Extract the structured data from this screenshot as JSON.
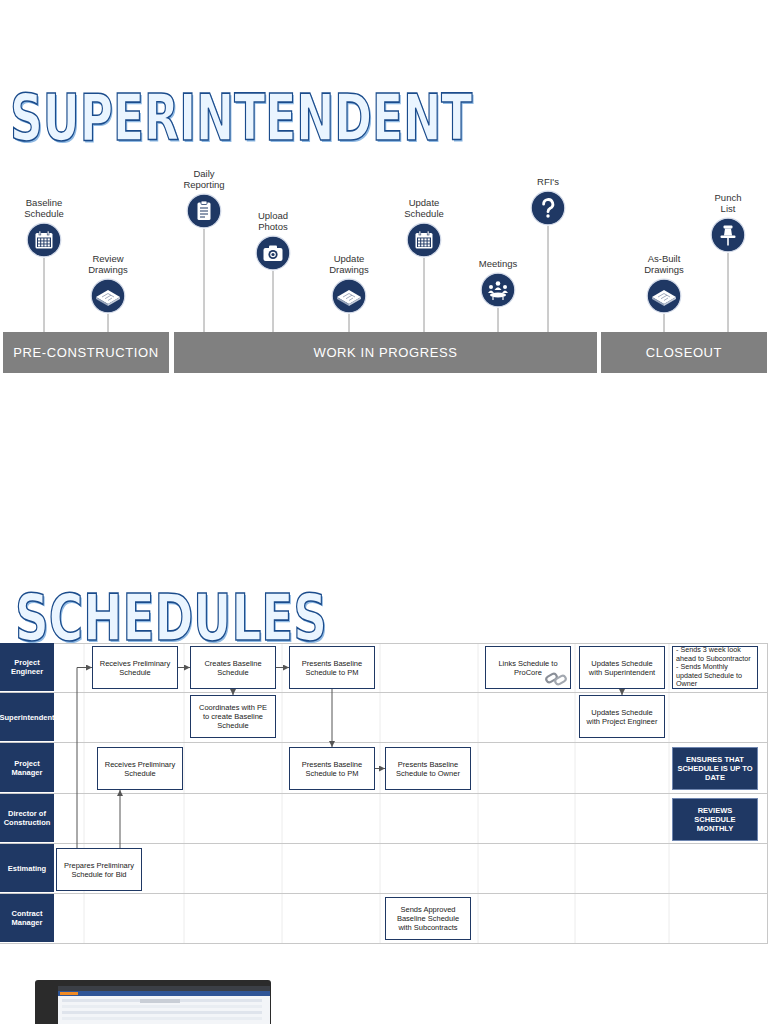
{
  "diagram": {
    "title": "SUPERINTENDENT",
    "nodes": [
      {
        "text": [
          "Baseline Schedule"
        ]
      },
      {
        "text": [
          "Review Drawings"
        ]
      },
      {
        "text": [
          "Daily Reporting"
        ]
      },
      {
        "text": [
          "Upload Photos"
        ]
      },
      {
        "text": [
          "Update Drawings"
        ]
      },
      {
        "text": [
          "Update Schedule"
        ]
      },
      {
        "text": [
          "Meetings"
        ]
      },
      {
        "text": [
          "RFI's"
        ]
      },
      {
        "text": [
          "As-Built Drawings"
        ]
      },
      {
        "text": [
          "Punch List"
        ]
      },
      {
        "text": [
          "PRE-CONSTRUCTION"
        ]
      },
      {
        "text": [
          "WORK IN PROGRESS"
        ]
      },
      {
        "text": [
          "CLOSEOUT"
        ]
      },
      {
        "text": [
          "Project Engineer"
        ]
      },
      {
        "text": [
          "Receives Preliminary Schedule"
        ],
        "in": 13
      },
      {
        "text": [
          "Creates Baseline Schedule"
        ],
        "in": 13
      },
      {
        "text": [
          "Presents Baseline Schedule to PM"
        ],
        "in": 13
      },
      {
        "text": [
          "Links Schedule to ProCore"
        ],
        "in": 13
      },
      {
        "text": [
          "Updates Schedule with Superintendent"
        ],
        "in": 13
      },
      {
        "text": [
          "- Sends 3 week look ahead to Subcontractor",
          "- Sends Monthly updated Schedule to Owner"
        ],
        "in": 13
      },
      {
        "text": [
          "Superintendent"
        ]
      },
      {
        "text": [
          "Coordinates with PE to create Baseline Schedule"
        ],
        "in": 20
      },
      {
        "text": [
          "Updates Schedule with Project Engineer"
        ],
        "in": 20
      },
      {
        "text": [
          "Project Manager"
        ]
      },
      {
        "text": [
          "Receives Preliminary Schedule"
        ],
        "in": 23
      },
      {
        "text": [
          "Presents Baseline Schedule to PM"
        ],
        "in": 23
      },
      {
        "text": [
          "Presents Baseline Schedule to Owner"
        ],
        "in": 23
      },
      {
        "text": [
          "ENSURES THAT SCHEDULE IS UP TO DATE"
        ],
        "in": 23
      },
      {
        "text": [
          "Director of Construction"
        ]
      },
      {
        "text": [
          "REVIEWS SCHEDULE MONTHLY"
        ],
        "in": 28
      },
      {
        "text": [
          "Estimating"
        ]
      },
      {
        "text": [
          "Prepares Preliminary Schedule for Bid"
        ],
        "in": 30
      },
      {
        "text": [
          "Contract Manager"
        ]
      },
      {
        "text": [
          "Sends Approved Baseline Schedule with Subcontracts"
        ],
        "in": 32
      }
    ],
    "edges": [
      {
        "from": 0,
        "to": 10,
        "arrow": "none"
      },
      {
        "from": 1,
        "to": 10,
        "arrow": "none"
      },
      {
        "from": 2,
        "to": 11,
        "arrow": "none"
      },
      {
        "from": 3,
        "to": 11,
        "arrow": "none"
      },
      {
        "from": 4,
        "to": 11,
        "arrow": "none"
      },
      {
        "from": 5,
        "to": 11,
        "arrow": "none"
      },
      {
        "from": 6,
        "to": 11,
        "arrow": "none"
      },
      {
        "from": 7,
        "to": 11,
        "arrow": "none"
      },
      {
        "from": 8,
        "to": 12,
        "arrow": "none"
      },
      {
        "from": 9,
        "to": 12,
        "arrow": "none"
      },
      {
        "from": 14,
        "to": 15,
        "arrow": "to"
      },
      {
        "from": 15,
        "to": 21,
        "arrow": "to"
      },
      {
        "from": 15,
        "to": 16,
        "arrow": "to"
      },
      {
        "from": 16,
        "to": 25,
        "arrow": "to"
      },
      {
        "from": 25,
        "to": 26,
        "arrow": "to"
      },
      {
        "from": 31,
        "to": 14,
        "arrow": "to"
      },
      {
        "from": 31,
        "to": 24,
        "arrow": "to"
      },
      {
        "from": 18,
        "to": 22,
        "arrow": "to"
      }
    ],
    "labels": [
      "SCHEDULES"
    ]
  }
}
